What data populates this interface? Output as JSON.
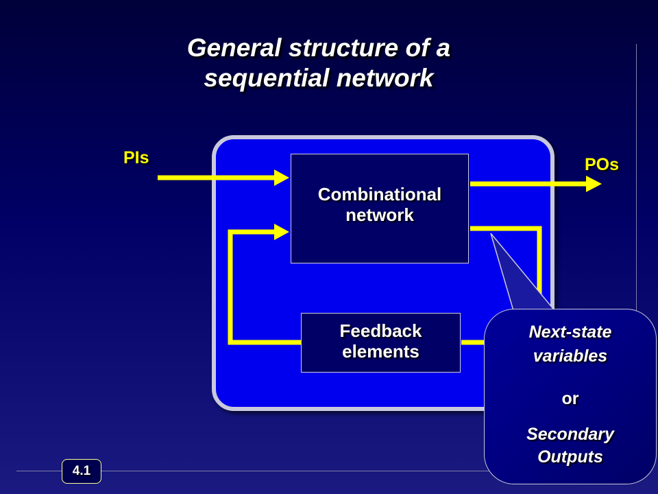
{
  "title": {
    "line1": "General structure of a",
    "line2": "sequential network"
  },
  "labels": {
    "inputs": "PIs",
    "outputs": "POs"
  },
  "blocks": {
    "combinational": {
      "line1": "Combinational",
      "line2": "network"
    },
    "feedback": {
      "line1": "Feedback",
      "line2": "elements"
    }
  },
  "callout": {
    "line1": "Next-state",
    "line2": "variables",
    "line3": "or",
    "line4": "Secondary",
    "line5": "Outputs"
  },
  "page_number": "4.1",
  "colors": {
    "background": "#000066",
    "outer_box": "#0000ee",
    "wire": "#ffff00",
    "text": "#ffffff",
    "label": "#ffff00"
  }
}
